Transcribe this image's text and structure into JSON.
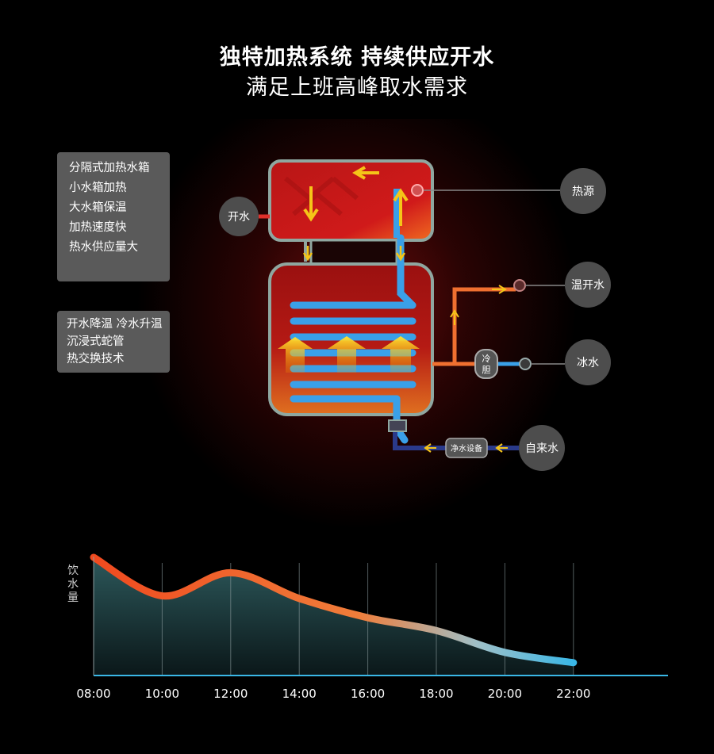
{
  "headline": {
    "line1": "独特加热系统  持续供应开水",
    "line2": "满足上班高峰取水需求"
  },
  "features_1": [
    "分隔式加热水箱",
    "小水箱加热",
    "大水箱保温",
    "加热速度快",
    "热水供应量大"
  ],
  "features_2": [
    "开水降温 冷水升温",
    "沉浸式蛇管",
    "热交换技术"
  ],
  "callouts": {
    "boiling_water": "开水",
    "heat_source": "热源",
    "warm_water": "温开水",
    "ice_water": "冰水",
    "tap_water": "自来水",
    "cold_tank": "冷胆",
    "purifier": "净水设备"
  },
  "colors": {
    "hot": "#f04a1f",
    "flow_arrow": "#f5c518",
    "coil": "#3aa0e8",
    "frame": "#8fa7a0",
    "chart_end": "#3ab7e6"
  },
  "chart_data": {
    "type": "area",
    "ylabel": "饮水量",
    "x": [
      "08:00",
      "10:00",
      "12:00",
      "14:00",
      "16:00",
      "18:00",
      "20:00",
      "22:00"
    ],
    "values": [
      92,
      62,
      80,
      60,
      45,
      35,
      18,
      10
    ],
    "ylim": [
      0,
      100
    ],
    "grid": "vertical"
  }
}
